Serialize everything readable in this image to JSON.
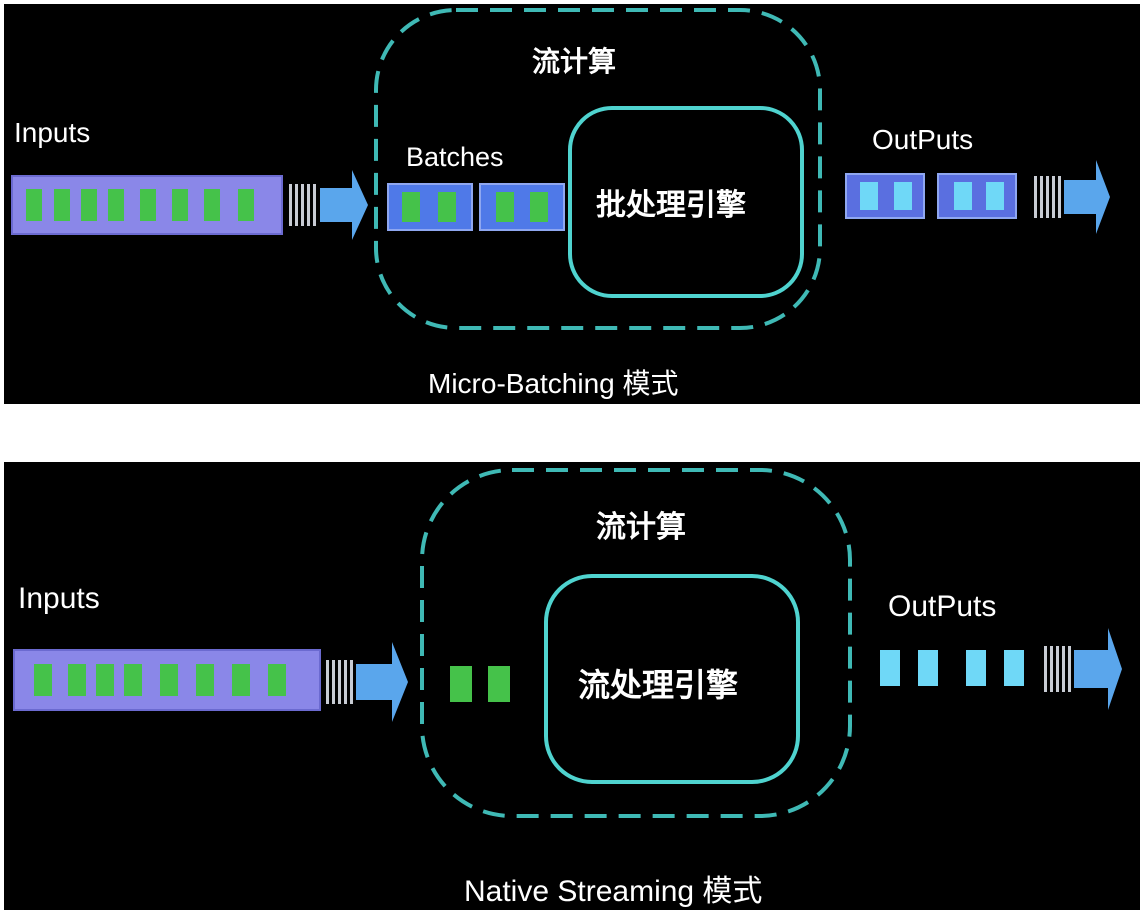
{
  "colors": {
    "panel_bg": "#000000",
    "page_bg": "#ffffff",
    "dashed_border": "#3fb9b5",
    "engine_border": "#4fd3cf",
    "input_bar": "#8a87e8",
    "green_item": "#45c24a",
    "batch_block": "#4f79e8",
    "output_block": "#5a6fe0",
    "cyan_item": "#6fd8f7",
    "arrow": "#5aa6ec"
  },
  "icons": [
    "arrow-right-icon",
    "stream-lines-icon"
  ],
  "micro_batching": {
    "inputs_label": "Inputs",
    "batches_label": "Batches",
    "compute_label": "流计算",
    "engine_label": "批处理引擎",
    "outputs_label": "OutPuts",
    "caption": "Micro-Batching 模式",
    "input_item_count": 8,
    "batch_count": 2,
    "items_per_batch": 2,
    "output_batch_count": 2
  },
  "native_streaming": {
    "inputs_label": "Inputs",
    "compute_label": "流计算",
    "engine_label": "流处理引擎",
    "outputs_label": "OutPuts",
    "caption": "Native Streaming 模式",
    "input_item_count": 8,
    "stream_item_count": 2,
    "output_item_count": 4
  }
}
